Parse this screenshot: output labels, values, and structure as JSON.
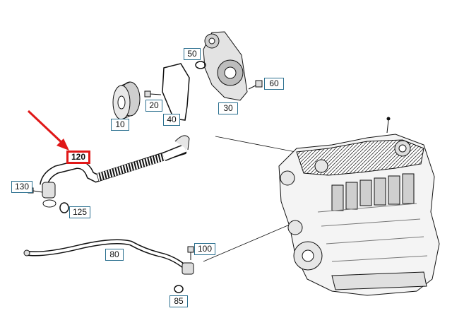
{
  "colors": {
    "highlight": "#e01818",
    "label_border": "#2a6f8f",
    "line": "#111111"
  },
  "callouts": [
    {
      "id": "p10",
      "label": "10"
    },
    {
      "id": "p20",
      "label": "20"
    },
    {
      "id": "p30",
      "label": "30"
    },
    {
      "id": "p40",
      "label": "40"
    },
    {
      "id": "p50",
      "label": "50"
    },
    {
      "id": "p60",
      "label": "60"
    },
    {
      "id": "p80",
      "label": "80"
    },
    {
      "id": "p85",
      "label": "85"
    },
    {
      "id": "p100",
      "label": "100"
    },
    {
      "id": "p120",
      "label": "120",
      "highlighted": true
    },
    {
      "id": "p125",
      "label": "125"
    },
    {
      "id": "p130",
      "label": "130"
    }
  ],
  "icons": [
    "red-arrow-icon",
    "engine-block-illustration",
    "timing-cover-illustration",
    "hose-illustration",
    "pulley-illustration"
  ]
}
